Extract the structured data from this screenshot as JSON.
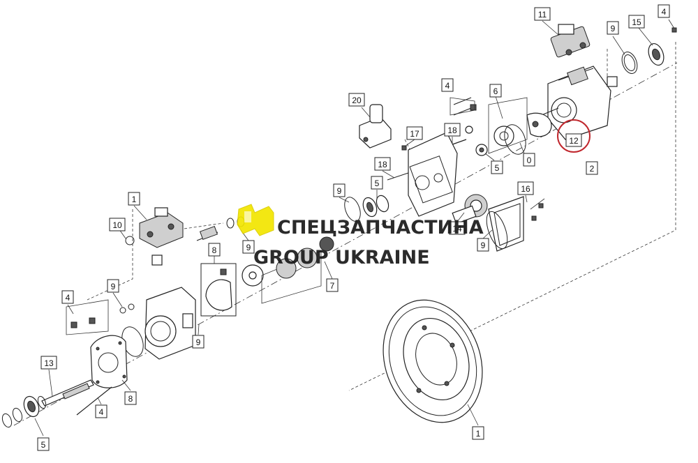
{
  "diagram": {
    "callouts": [
      {
        "id": "c11a",
        "text": "11"
      },
      {
        "id": "c9a",
        "text": "9"
      },
      {
        "id": "c15",
        "text": "15"
      },
      {
        "id": "c4a",
        "text": "4"
      },
      {
        "id": "c20",
        "text": "20"
      },
      {
        "id": "c4b",
        "text": "4"
      },
      {
        "id": "c6",
        "text": "6"
      },
      {
        "id": "c17",
        "text": "17"
      },
      {
        "id": "c18a",
        "text": "18"
      },
      {
        "id": "c12",
        "text": "12"
      },
      {
        "id": "c5a",
        "text": "5"
      },
      {
        "id": "c10a",
        "text": "0"
      },
      {
        "id": "c2",
        "text": "2"
      },
      {
        "id": "c18b",
        "text": "18"
      },
      {
        "id": "c5b",
        "text": "5"
      },
      {
        "id": "c9b",
        "text": "9"
      },
      {
        "id": "c16",
        "text": "16"
      },
      {
        "id": "c11b",
        "text": "1"
      },
      {
        "id": "c10b",
        "text": "10"
      },
      {
        "id": "c14",
        "text": "14"
      },
      {
        "id": "c9c",
        "text": "9"
      },
      {
        "id": "c9d",
        "text": "9"
      },
      {
        "id": "c8a",
        "text": "8"
      },
      {
        "id": "c7",
        "text": "7"
      },
      {
        "id": "c4c",
        "text": "4"
      },
      {
        "id": "c9e",
        "text": "9"
      },
      {
        "id": "c9f",
        "text": "9"
      },
      {
        "id": "c13",
        "text": "13"
      },
      {
        "id": "c8b",
        "text": "8"
      },
      {
        "id": "c4d",
        "text": "4"
      },
      {
        "id": "c5c",
        "text": "5"
      },
      {
        "id": "c1",
        "text": "1"
      }
    ],
    "highlight_color": "#c0272d"
  },
  "watermark": {
    "line1": "СПЕЦЗАПЧАСТИНА",
    "line2": "GROUP UKRAINE",
    "logo_color": "#f2e600"
  }
}
